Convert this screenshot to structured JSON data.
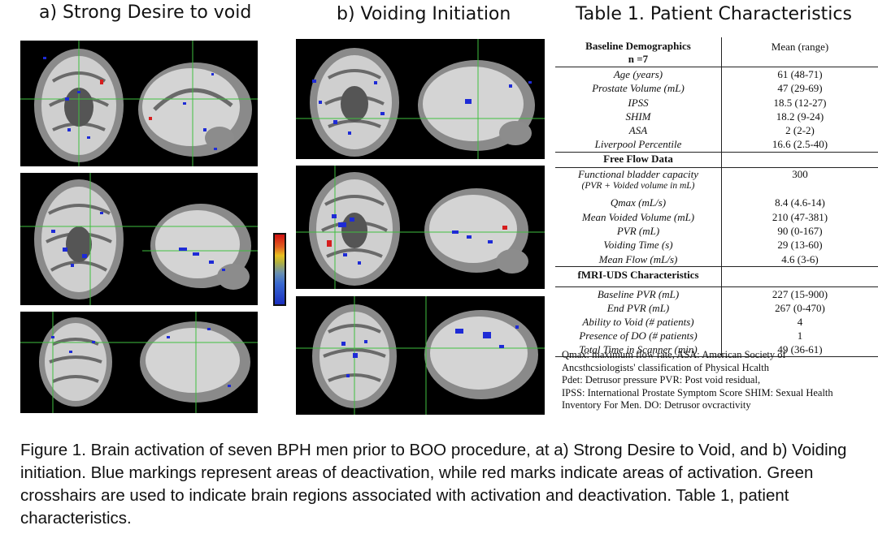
{
  "panels": {
    "a_title": "a) Strong Desire to void",
    "b_title": "b) Voiding Initiation"
  },
  "table": {
    "title": "Table 1. Patient Characteristics",
    "header_left_line1": "Baseline Demographics",
    "header_left_line2": "n =7",
    "header_right": "Mean (range)",
    "demographics": [
      {
        "label": "Age (years)",
        "value": "61 (48-71)"
      },
      {
        "label": "Prostate Volume (mL)",
        "value": "47 (29-69)"
      },
      {
        "label": "IPSS",
        "value": "18.5 (12-27)"
      },
      {
        "label": "SHIM",
        "value": "18.2 (9-24)"
      },
      {
        "label": "ASA",
        "value": "2 (2-2)"
      },
      {
        "label": "Liverpool Percentile",
        "value": "16.6 (2.5-40)"
      }
    ],
    "free_flow_header": "Free Flow Data",
    "free_flow": [
      {
        "label": "Functional bladder capacity",
        "sublabel": "(PVR + Voided volume in mL)",
        "value": "300"
      },
      {
        "label": "Qmax (mL/s)",
        "value": "8.4 (4.6-14)"
      },
      {
        "label": "Mean Voided Volume (mL)",
        "value": "210 (47-381)"
      },
      {
        "label": "PVR (mL)",
        "value": "90 (0-167)"
      },
      {
        "label": "Voiding Time (s)",
        "value": "29 (13-60)"
      },
      {
        "label": "Mean Flow (mL/s)",
        "value": "4.6 (3-6)"
      }
    ],
    "fmri_header": "fMRI-UDS Characteristics",
    "fmri": [
      {
        "label": "Baseline PVR (mL)",
        "value": "227 (15-900)"
      },
      {
        "label": "End PVR (mL)",
        "value": "267 (0-470)"
      },
      {
        "label": "Ability to Void (# patients)",
        "value": "4"
      },
      {
        "label": "Presence of DO (# patients)",
        "value": "1"
      },
      {
        "label": "Total Time in Scanner (min)",
        "value": "49 (36-61)"
      }
    ],
    "notes": [
      "Qmax: maximum flow rate, ASA: American Society of",
      "Ancsthcsiologists' classification of Physical Hcalth",
      "Pdet: Detrusor pressure PVR: Post void residual,",
      "IPSS: International Prostate Symptom Score SHIM: Sexual Health",
      "Inventory For Men. DO: Detrusor ovcractivity"
    ]
  },
  "caption": "Figure 1. Brain activation of seven BPH men prior to BOO procedure, at a) Strong Desire to Void, and b) Voiding initiation. Blue markings represent areas of deactivation, while red marks indicate areas of activation. Green crosshairs are used to indicate brain regions associated with activation and deactivation. Table 1, patient characteristics.",
  "colors": {
    "deactivation": "#1e2bd6",
    "activation": "#d61e1e",
    "crosshair": "#3fbf3f"
  }
}
